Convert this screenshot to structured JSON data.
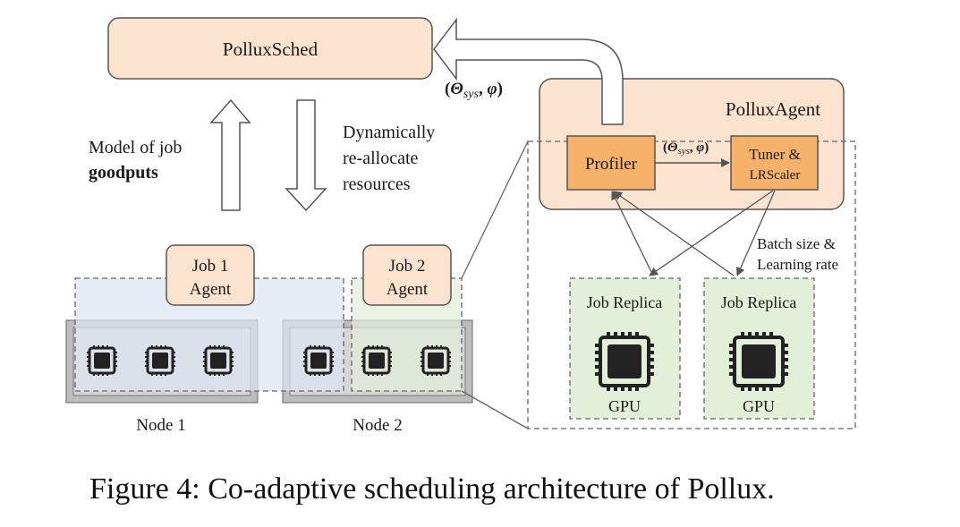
{
  "scheduler": {
    "label": "PolluxSched"
  },
  "feedback_label": {
    "open": "(",
    "theta": "Θ",
    "sub": "sys",
    "sep": ", ",
    "phi": "φ",
    "close": ")"
  },
  "left_annotation": {
    "line1": "Model of job",
    "line2": "goodputs"
  },
  "right_annotation": {
    "line1": "Dynamically",
    "line2": "re-allocate",
    "line3": "resources"
  },
  "job_agents": [
    {
      "line1": "Job 1",
      "line2": "Agent"
    },
    {
      "line1": "Job 2",
      "line2": "Agent"
    }
  ],
  "nodes": [
    {
      "label": "Node 1"
    },
    {
      "label": "Node 2"
    }
  ],
  "agent_detail": {
    "title": "PolluxAgent",
    "profiler": "Profiler",
    "tuner_line1": "Tuner &",
    "tuner_line2": "LRScaler",
    "arrow_label": {
      "open": "(",
      "theta": "Θ",
      "sub": "sys",
      "sep": ", ",
      "phi": "φ",
      "close": ")"
    },
    "batch_line1": "Batch size &",
    "batch_line2": "Learning rate",
    "replicas": [
      {
        "title": "Job Replica",
        "gpu": "GPU"
      },
      {
        "title": "Job Replica",
        "gpu": "GPU"
      }
    ]
  },
  "caption": "Figure 4: Co-adaptive scheduling architecture of Pollux.",
  "colors": {
    "peach": "#fbe3cf",
    "orange": "#f6b26b",
    "blue_region": "#dce6f2",
    "green_region": "#e2f0d9",
    "border": "#555555"
  }
}
